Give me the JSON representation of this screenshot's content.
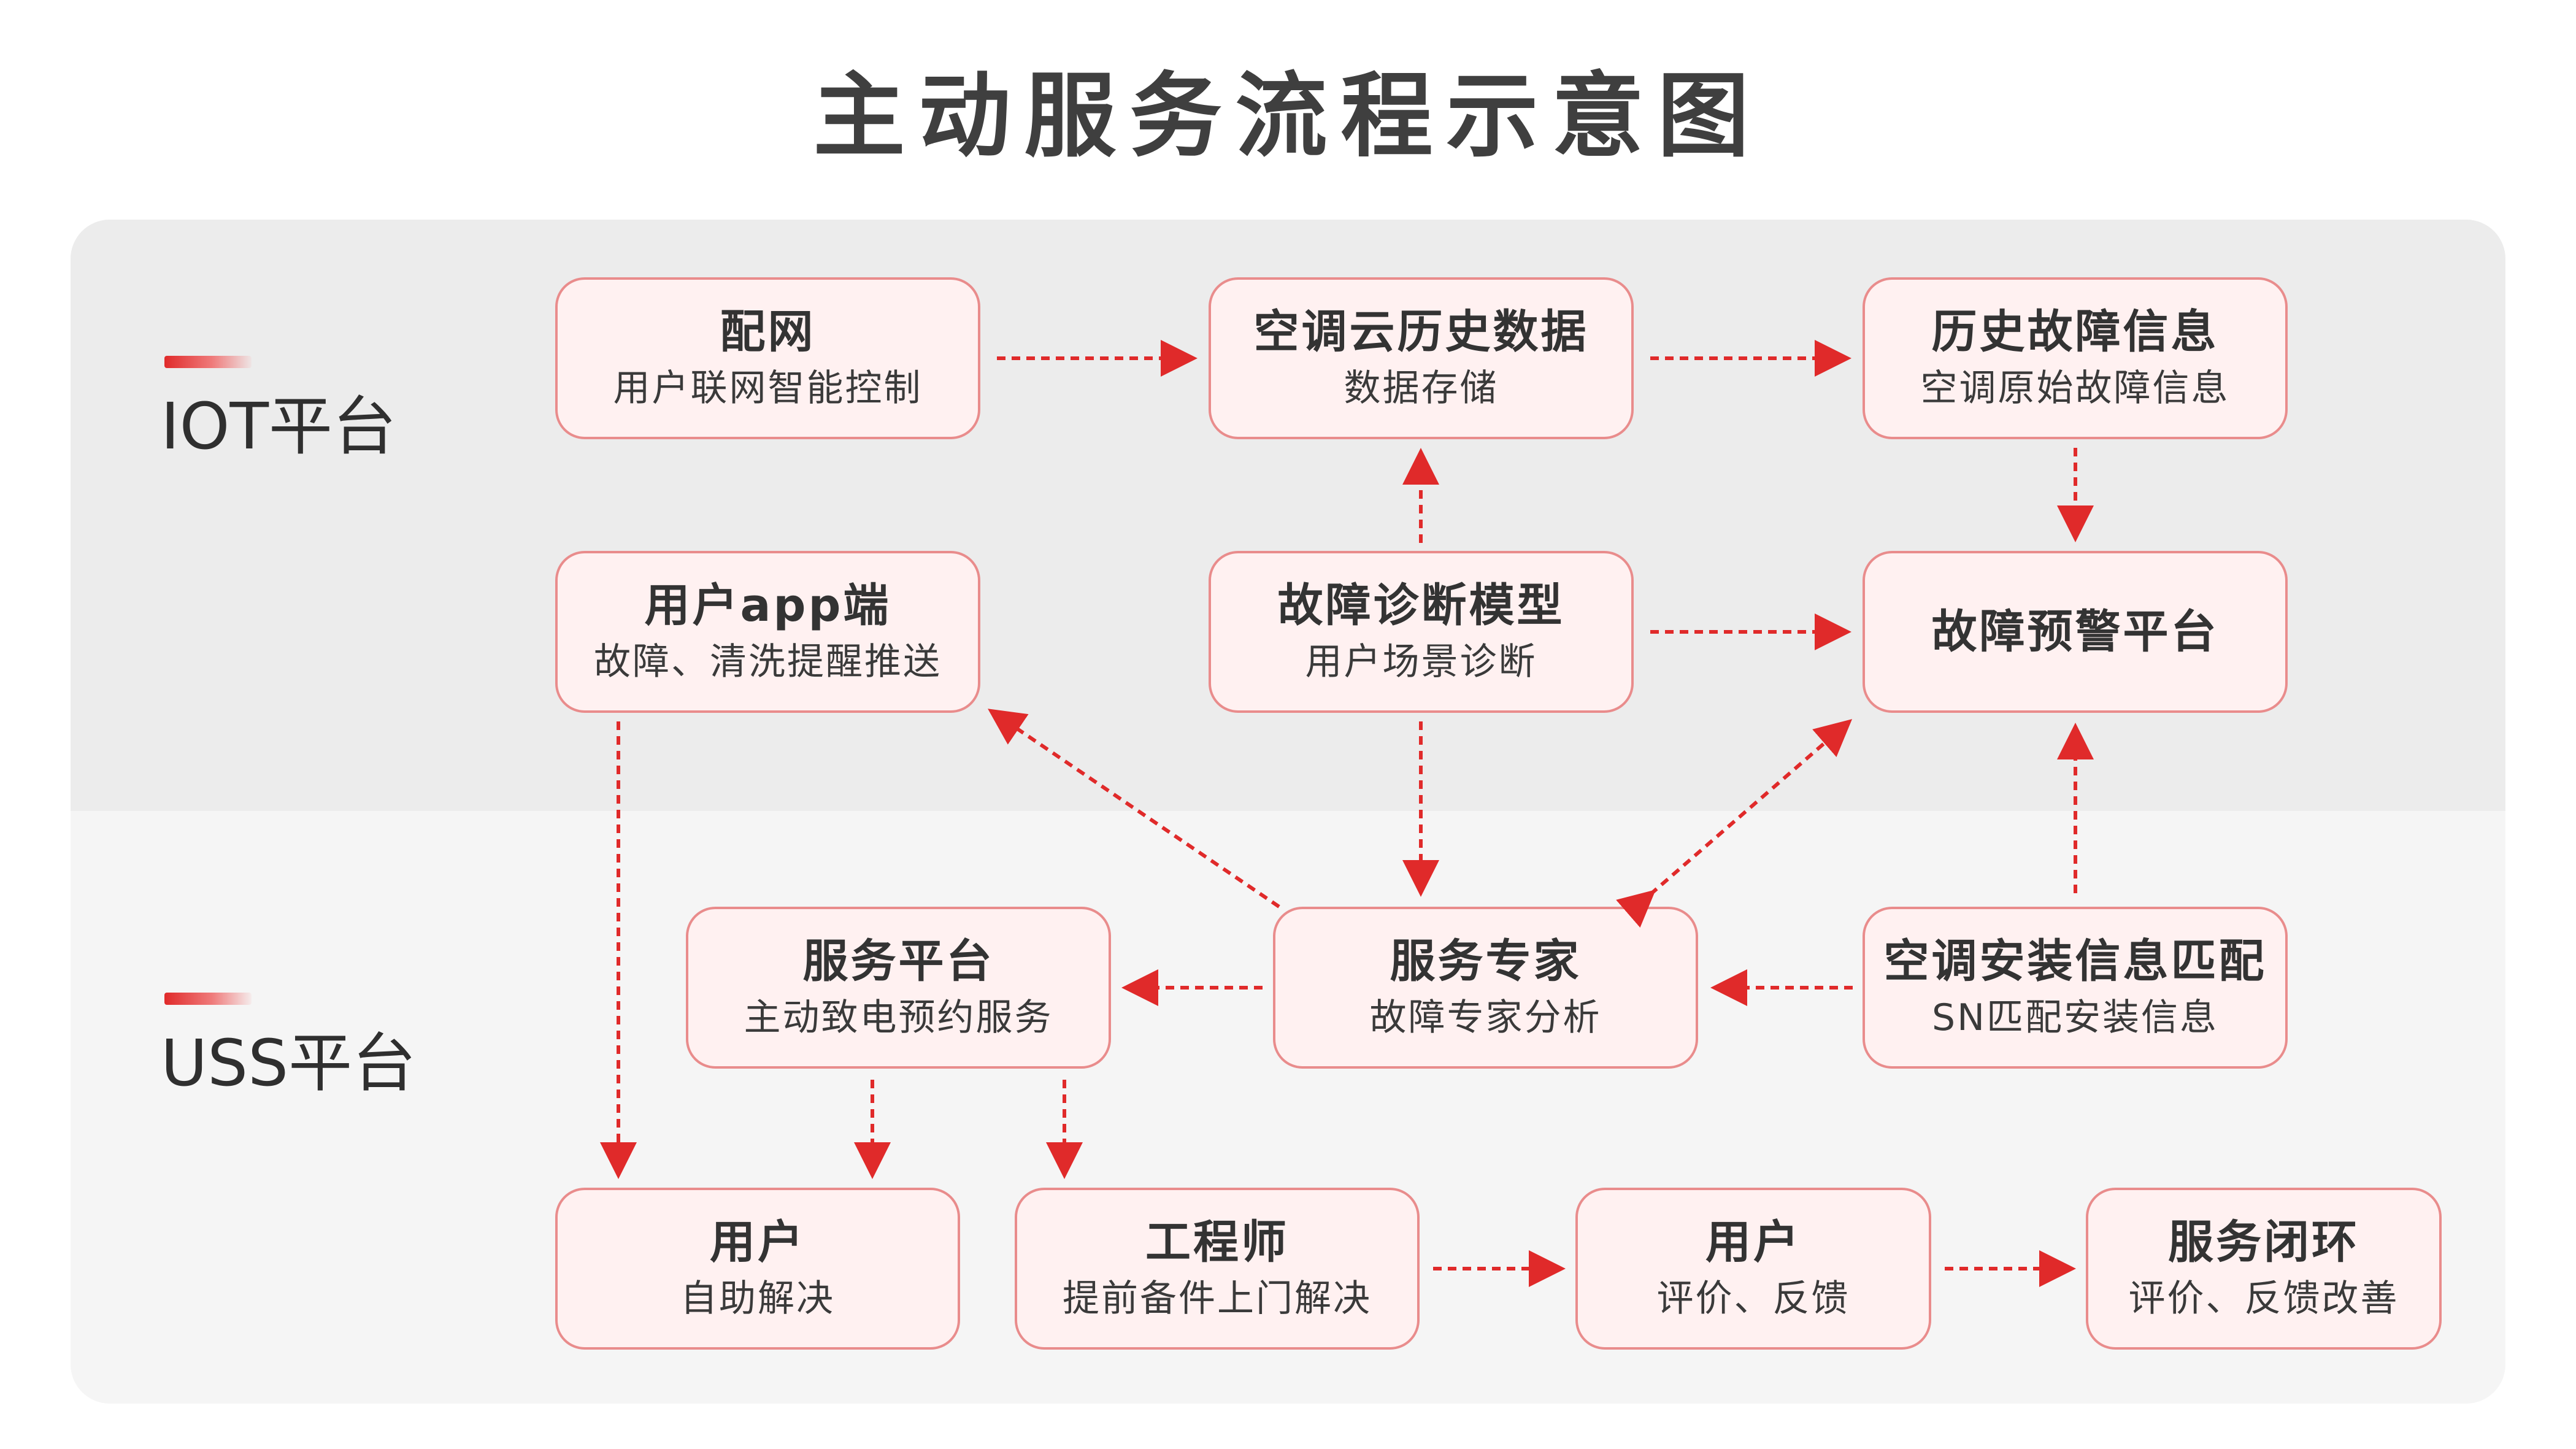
{
  "title": "主动服务流程示意图",
  "platforms": {
    "iot": "IOT平台",
    "uss": "USS平台"
  },
  "colors": {
    "accent": "#e02a2a",
    "node_border": "#e98c8c",
    "node_fill": "#fff1f1",
    "panel_top": "#ececec",
    "panel_bottom": "#f5f5f5"
  },
  "nodes": {
    "peiwang": {
      "title": "配网",
      "sub": "用户联网智能控制"
    },
    "cloud_data": {
      "title": "空调云历史数据",
      "sub": "数据存储"
    },
    "history_fault": {
      "title": "历史故障信息",
      "sub": "空调原始故障信息"
    },
    "user_app": {
      "title": "用户app端",
      "sub": "故障、清洗提醒推送"
    },
    "fault_model": {
      "title": "故障诊断模型",
      "sub": "用户场景诊断"
    },
    "fault_warning": {
      "title": "故障预警平台",
      "sub": ""
    },
    "service_platform": {
      "title": "服务平台",
      "sub": "主动致电预约服务"
    },
    "service_expert": {
      "title": "服务专家",
      "sub": "故障专家分析"
    },
    "install_match": {
      "title": "空调安装信息匹配",
      "sub": "SN匹配安装信息"
    },
    "user_self": {
      "title": "用户",
      "sub": "自助解决"
    },
    "engineer": {
      "title": "工程师",
      "sub": "提前备件上门解决"
    },
    "user_feedback": {
      "title": "用户",
      "sub": "评价、反馈"
    },
    "service_loop": {
      "title": "服务闭环",
      "sub": "评价、反馈改善"
    }
  }
}
